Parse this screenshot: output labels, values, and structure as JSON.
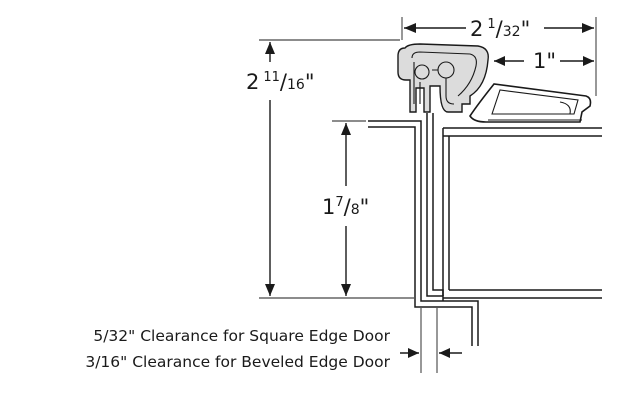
{
  "dimensions": {
    "overall_width": {
      "whole": "2",
      "num": "1",
      "den": "32",
      "unit": "\""
    },
    "overall_height": {
      "whole": "2",
      "num": "11",
      "den": "16",
      "unit": "\""
    },
    "stop_width": {
      "text": "1\""
    },
    "door_face_height": {
      "whole": "1",
      "num": "7",
      "den": "8",
      "unit": "\""
    }
  },
  "notes": {
    "clearance_square": "5/32\" Clearance for Square Edge Door",
    "clearance_beveled": "3/16\" Clearance for Beveled Edge Door"
  },
  "colors": {
    "line": "#1a1a1a",
    "profile_fill": "#dcdcdc",
    "background": "#ffffff"
  }
}
